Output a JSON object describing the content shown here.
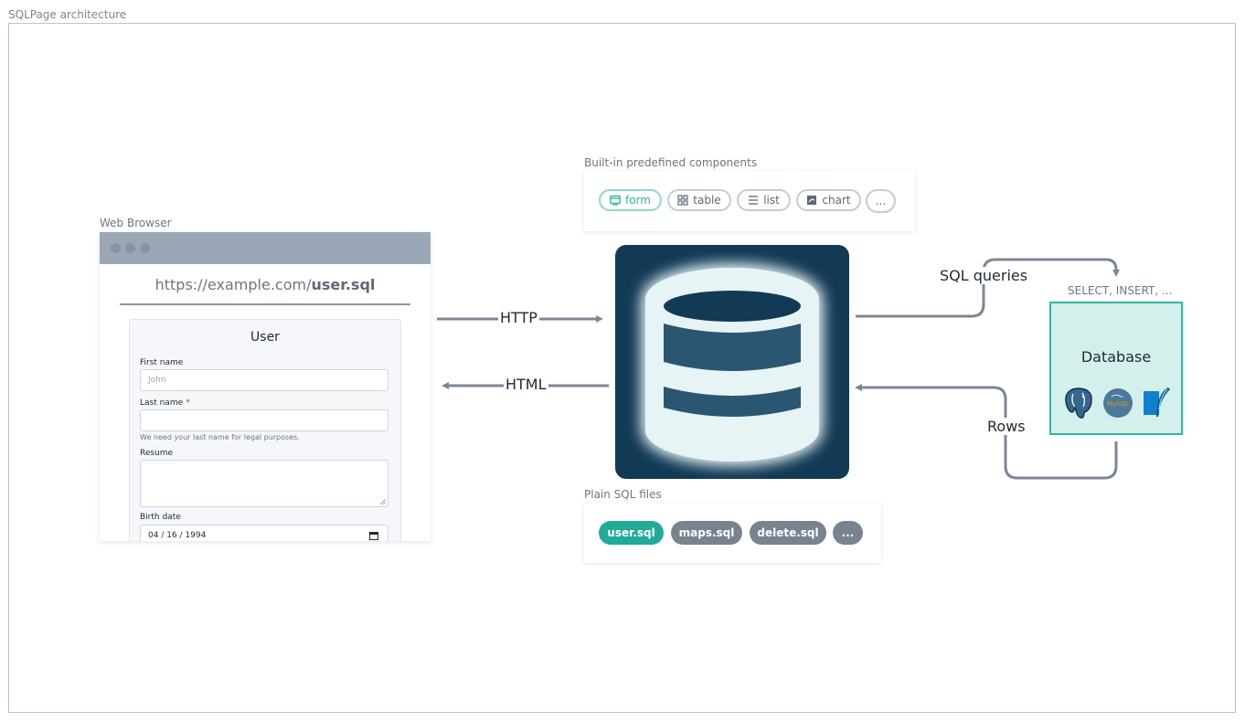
{
  "frame": {
    "title": "SQLPage architecture"
  },
  "browser": {
    "caption": "Web Browser",
    "url_prefix": "https://example.com/",
    "url_file": "user.sql",
    "form": {
      "title": "User",
      "first_name_label": "First name",
      "first_name_placeholder": "John",
      "last_name_label": "Last name",
      "required_mark": "*",
      "last_name_hint": "We need your last name for legal purposes.",
      "resume_label": "Resume",
      "birth_date_label": "Birth date",
      "birth_date_value": "04 / 16 / 1994"
    }
  },
  "edges": {
    "http": "HTTP",
    "html": "HTML",
    "sql_queries": "SQL queries",
    "rows": "Rows",
    "sql_examples": "SELECT, INSERT, ..."
  },
  "components": {
    "caption": "Built-in predefined components",
    "items": [
      "form",
      "table",
      "list",
      "chart",
      "..."
    ],
    "icons": [
      "form-icon",
      "grid-icon",
      "list-icon",
      "chart-icon"
    ]
  },
  "files": {
    "caption": "Plain SQL files",
    "items": [
      "user.sql",
      "maps.sql",
      "delete.sql",
      "..."
    ]
  },
  "database": {
    "title": "Database",
    "logos": [
      "postgresql-logo",
      "mysql-logo",
      "sqlite-logo"
    ],
    "mysql_text": "MySQL"
  },
  "colors": {
    "accent": "#1fab98",
    "server_bg": "#123a55",
    "arrow": "#7b8794",
    "db_fill": "#d4f0ed",
    "db_border": "#2db7a2"
  }
}
